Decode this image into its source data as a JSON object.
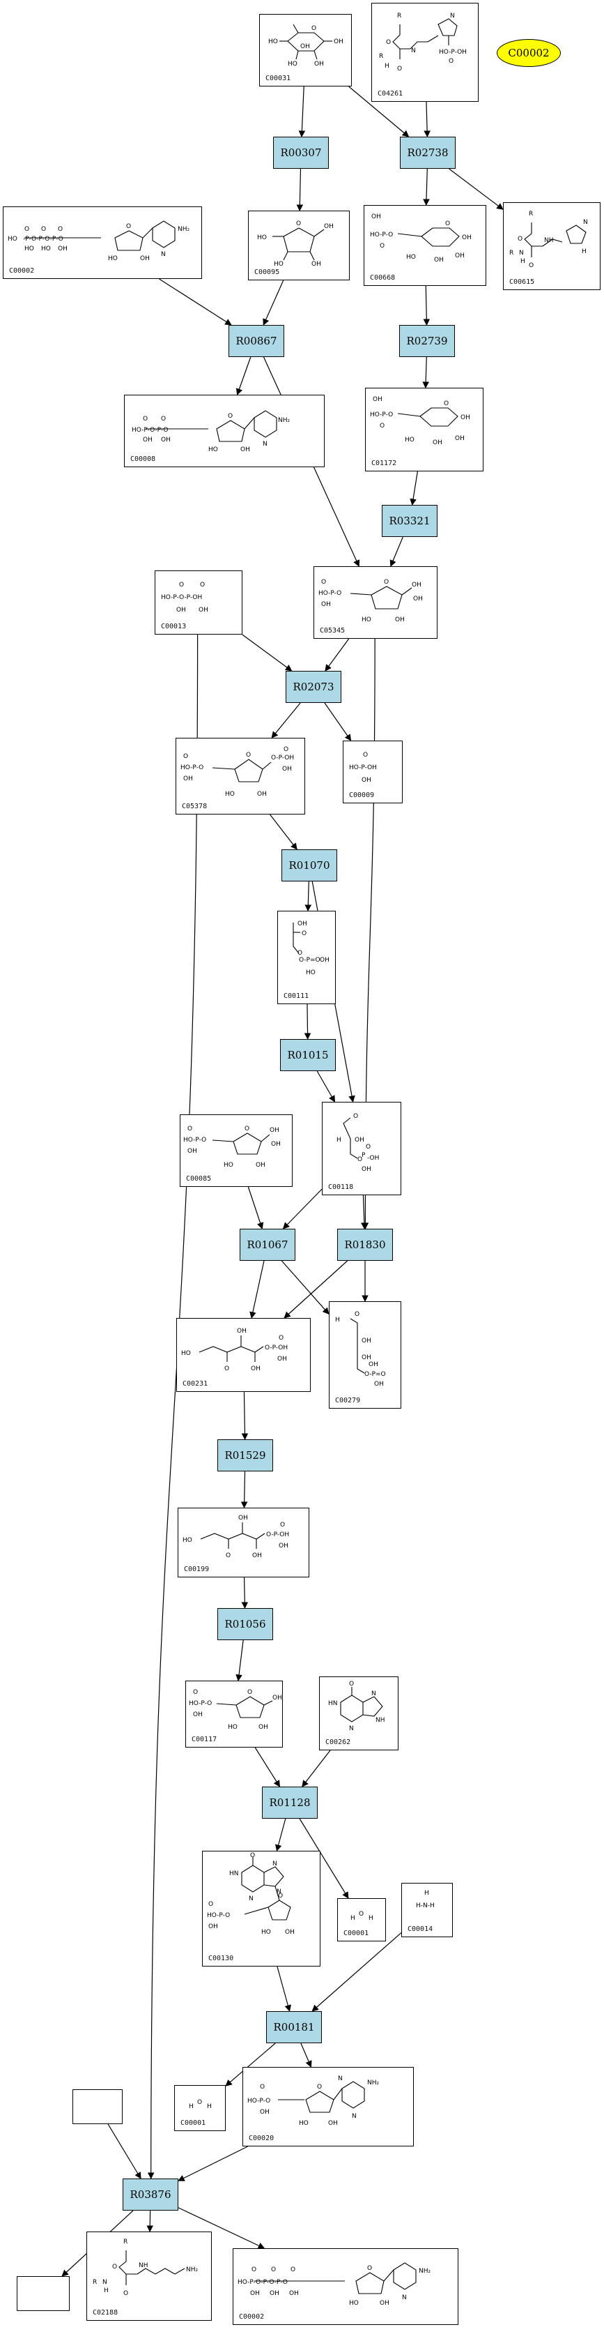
{
  "seed": {
    "label": "C00002"
  },
  "compounds": [
    {
      "id": "C00031",
      "label": "C00031",
      "icon": "hexose-ring"
    },
    {
      "id": "C04261",
      "label": "C04261",
      "icon": "histidine-phosphate"
    },
    {
      "id": "C00002a",
      "label": "C00002",
      "icon": "atp"
    },
    {
      "id": "C00095",
      "label": "C00095",
      "icon": "furanose-ring"
    },
    {
      "id": "C00668",
      "label": "C00668",
      "icon": "hexose-phosphate"
    },
    {
      "id": "C00615",
      "label": "C00615",
      "icon": "histidine"
    },
    {
      "id": "C00008",
      "label": "C00008",
      "icon": "adp"
    },
    {
      "id": "C01172",
      "label": "C01172",
      "icon": "hexose-phosphate"
    },
    {
      "id": "C00013",
      "label": "C00013",
      "icon": "diphosphate"
    },
    {
      "id": "C05345",
      "label": "C05345",
      "icon": "furanose-phosphate"
    },
    {
      "id": "C05378",
      "label": "C05378",
      "icon": "furanose-bisphosphate"
    },
    {
      "id": "C00009",
      "label": "C00009",
      "icon": "phosphate"
    },
    {
      "id": "C00111",
      "label": "C00111",
      "icon": "glycerone-phosphate"
    },
    {
      "id": "C00085",
      "label": "C00085",
      "icon": "furanose-phosphate"
    },
    {
      "id": "C00118",
      "label": "C00118",
      "icon": "glyceraldehyde-phosphate"
    },
    {
      "id": "C00231",
      "label": "C00231",
      "icon": "pentulose-phosphate"
    },
    {
      "id": "C00279",
      "label": "C00279",
      "icon": "erythrose-phosphate"
    },
    {
      "id": "C00199",
      "label": "C00199",
      "icon": "pentulose-phosphate"
    },
    {
      "id": "C00117",
      "label": "C00117",
      "icon": "ribose-phosphate"
    },
    {
      "id": "C00262",
      "label": "C00262",
      "icon": "hypoxanthine"
    },
    {
      "id": "C00130",
      "label": "C00130",
      "icon": "imp"
    },
    {
      "id": "C00001a",
      "label": "C00001",
      "icon": "water"
    },
    {
      "id": "C00014",
      "label": "C00014",
      "icon": "ammonia"
    },
    {
      "id": "C00001b",
      "label": "C00001",
      "icon": "water"
    },
    {
      "id": "C00020",
      "label": "C00020",
      "icon": "amp"
    },
    {
      "id": "C02188",
      "label": "C02188",
      "icon": "lysine"
    },
    {
      "id": "C00002b",
      "label": "C00002",
      "icon": "atp"
    }
  ],
  "reactions": [
    {
      "id": "R00307",
      "label": "R00307"
    },
    {
      "id": "R02738",
      "label": "R02738"
    },
    {
      "id": "R00867",
      "label": "R00867"
    },
    {
      "id": "R02739",
      "label": "R02739"
    },
    {
      "id": "R03321",
      "label": "R03321"
    },
    {
      "id": "R02073",
      "label": "R02073"
    },
    {
      "id": "R01070",
      "label": "R01070"
    },
    {
      "id": "R01015",
      "label": "R01015"
    },
    {
      "id": "R01067",
      "label": "R01067"
    },
    {
      "id": "R01830",
      "label": "R01830"
    },
    {
      "id": "R01529",
      "label": "R01529"
    },
    {
      "id": "R01056",
      "label": "R01056"
    },
    {
      "id": "R01128",
      "label": "R01128"
    },
    {
      "id": "R00181",
      "label": "R00181"
    },
    {
      "id": "R03876",
      "label": "R03876"
    }
  ],
  "edges": [
    [
      "C00031",
      "R00307"
    ],
    [
      "C00031",
      "R02738"
    ],
    [
      "C04261",
      "R02738"
    ],
    [
      "R00307",
      "C00095"
    ],
    [
      "R02738",
      "C00668"
    ],
    [
      "R02738",
      "C00615"
    ],
    [
      "C00002a",
      "R00867"
    ],
    [
      "C00095",
      "R00867"
    ],
    [
      "R00867",
      "C00008"
    ],
    [
      "R00867",
      "C05345"
    ],
    [
      "C00668",
      "R02739"
    ],
    [
      "R02739",
      "C01172"
    ],
    [
      "C01172",
      "R03321"
    ],
    [
      "R03321",
      "C05345"
    ],
    [
      "C00013",
      "R02073"
    ],
    [
      "C05345",
      "R02073"
    ],
    [
      "C00013",
      "R03876"
    ],
    [
      "C05345",
      "R01830"
    ],
    [
      "R02073",
      "C05378"
    ],
    [
      "R02073",
      "C00009"
    ],
    [
      "C05378",
      "R01070"
    ],
    [
      "R01070",
      "C00111"
    ],
    [
      "R01070",
      "C00118"
    ],
    [
      "C00111",
      "R01015"
    ],
    [
      "R01015",
      "C00118"
    ],
    [
      "C00085",
      "R01067"
    ],
    [
      "C00118",
      "R01067"
    ],
    [
      "C00118",
      "R01830"
    ],
    [
      "R01067",
      "C00231"
    ],
    [
      "R01067",
      "C00279"
    ],
    [
      "R01830",
      "C00231"
    ],
    [
      "R01830",
      "C00279"
    ],
    [
      "C00231",
      "R01529"
    ],
    [
      "R01529",
      "C00199"
    ],
    [
      "C00199",
      "R01056"
    ],
    [
      "R01056",
      "C00117"
    ],
    [
      "C00117",
      "R01128"
    ],
    [
      "C00262",
      "R01128"
    ],
    [
      "R01128",
      "C00130"
    ],
    [
      "R01128",
      "C00001a"
    ],
    [
      "C00130",
      "R00181"
    ],
    [
      "C00014",
      "R00181"
    ],
    [
      "R00181",
      "C00001b"
    ],
    [
      "R00181",
      "C00020"
    ],
    [
      "C00020",
      "R03876"
    ],
    [
      "EMPTY1",
      "R03876"
    ],
    [
      "R03876",
      "EMPTY2"
    ],
    [
      "R03876",
      "C02188"
    ],
    [
      "R03876",
      "C00002b"
    ]
  ]
}
